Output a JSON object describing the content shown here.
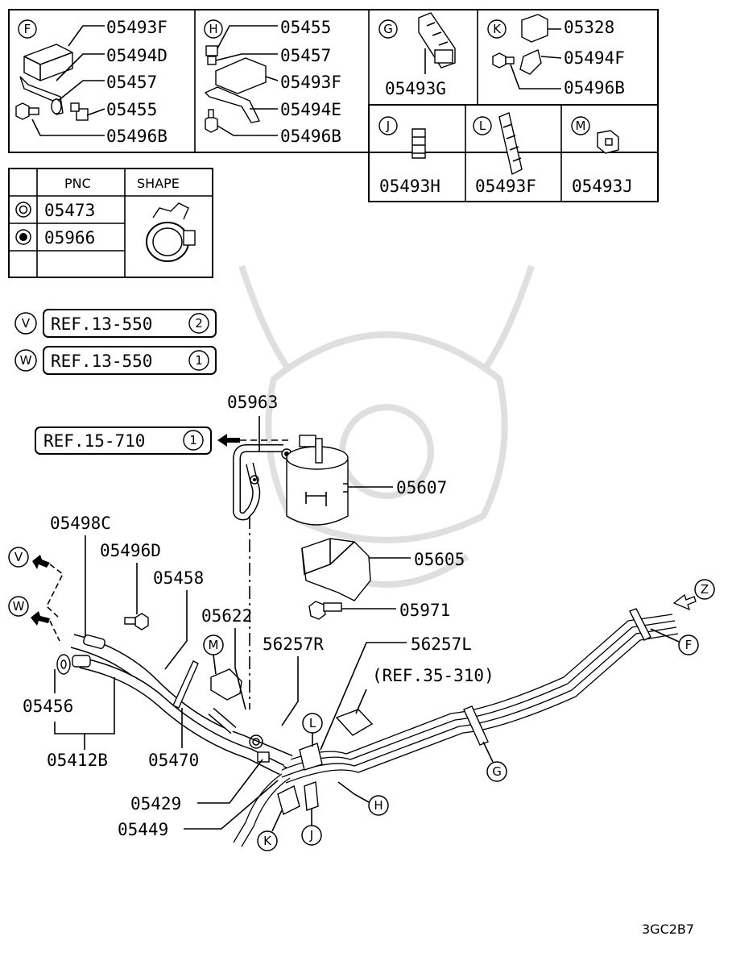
{
  "insets": {
    "F": {
      "key": "F",
      "parts": [
        "05493F",
        "05494D",
        "05457",
        "05455",
        "05496B"
      ]
    },
    "H": {
      "key": "H",
      "parts": [
        "05455",
        "05457",
        "05493F",
        "05494E",
        "05496B"
      ]
    },
    "G": {
      "key": "G",
      "parts": [
        "05493G"
      ]
    },
    "K": {
      "key": "K",
      "parts": [
        "05328",
        "05494F",
        "05496B"
      ]
    },
    "J": {
      "key": "J",
      "parts": [
        "05493H"
      ]
    },
    "L": {
      "key": "L",
      "parts": [
        "05493F"
      ]
    },
    "M": {
      "key": "M",
      "parts": [
        "05493J"
      ]
    }
  },
  "pnc_table": {
    "headers": [
      "PNC",
      "SHAPE"
    ],
    "rows": [
      {
        "pnc": "05473"
      },
      {
        "pnc": "05966"
      }
    ]
  },
  "refs": {
    "V": {
      "key": "V",
      "text": "REF.13-550",
      "num": "2"
    },
    "W": {
      "key": "W",
      "text": "REF.13-550",
      "num": "1"
    },
    "r15": {
      "text": "REF.15-710",
      "num": "1"
    },
    "r35": {
      "text": "(REF.35-310)"
    }
  },
  "callouts": {
    "p05963": "05963",
    "p05607": "05607",
    "p05605": "05605",
    "p05971": "05971",
    "p05498C": "05498C",
    "p05496D": "05496D",
    "p05458": "05458",
    "p05622": "05622",
    "p56257R": "56257R",
    "p56257L": "56257L",
    "p05456": "05456",
    "p05412B": "05412B",
    "p05470": "05470",
    "p05429": "05429",
    "p05449": "05449"
  },
  "letters": {
    "V": "V",
    "W": "W",
    "Z": "Z",
    "F": "F",
    "G": "G",
    "H": "H",
    "K": "K",
    "J": "J",
    "L": "L",
    "M": "M"
  },
  "figure_code": "3GC2B7"
}
